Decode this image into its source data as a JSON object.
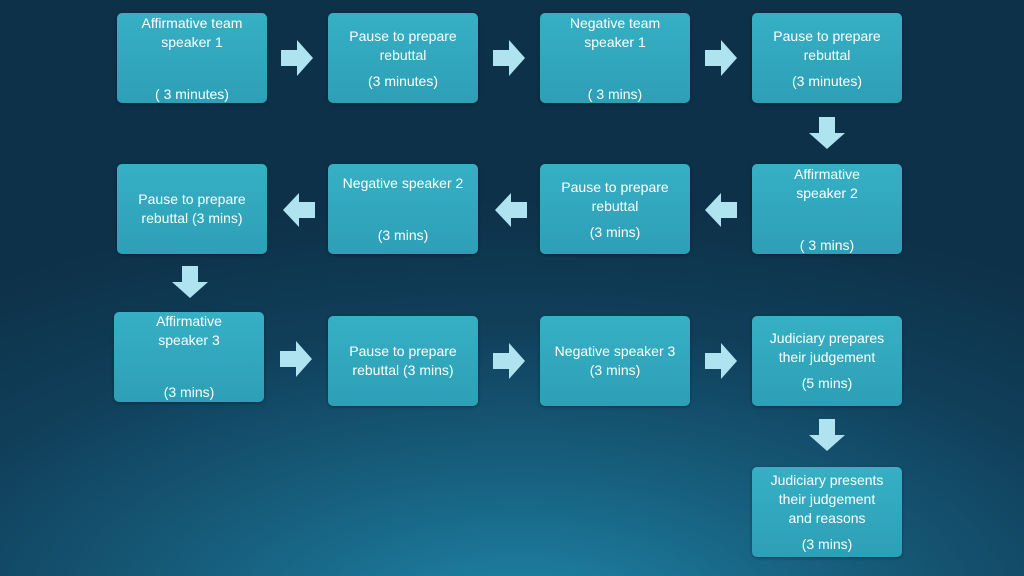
{
  "steps": [
    {
      "id": "aff1",
      "title": "Affirmative team\nspeaker 1",
      "time": "( 3 minutes)"
    },
    {
      "id": "pause1",
      "title": "Pause to prepare\nrebuttal",
      "time": "(3 minutes)"
    },
    {
      "id": "neg1",
      "title": "Negative  team\nspeaker 1",
      "time": "( 3 mins)"
    },
    {
      "id": "pause2",
      "title": "Pause to prepare\nrebuttal",
      "time": "(3 minutes)"
    },
    {
      "id": "aff2",
      "title": "Affirmative\nspeaker 2",
      "time": "( 3 mins)"
    },
    {
      "id": "pause3",
      "title": "Pause to prepare\nrebuttal",
      "time": "(3 mins)"
    },
    {
      "id": "neg2",
      "title": "Negative speaker 2",
      "time": "(3 mins)"
    },
    {
      "id": "pause4",
      "title": "Pause to prepare\nrebuttal (3 mins)",
      "time": ""
    },
    {
      "id": "aff3",
      "title": "Affirmative\nspeaker 3",
      "time": "(3 mins)"
    },
    {
      "id": "pause5",
      "title": "Pause to prepare\nrebuttal (3 mins)",
      "time": ""
    },
    {
      "id": "neg3",
      "title": "Negative speaker 3\n(3 mins)",
      "time": ""
    },
    {
      "id": "judge1",
      "title": "Judiciary prepares\ntheir judgement",
      "time": "(5 mins)"
    },
    {
      "id": "judge2",
      "title": "Judiciary presents\ntheir judgement\nand reasons",
      "time": "(3 mins)"
    }
  ],
  "colors": {
    "box": "#2fa3b9",
    "arrow": "#aee3ef"
  }
}
